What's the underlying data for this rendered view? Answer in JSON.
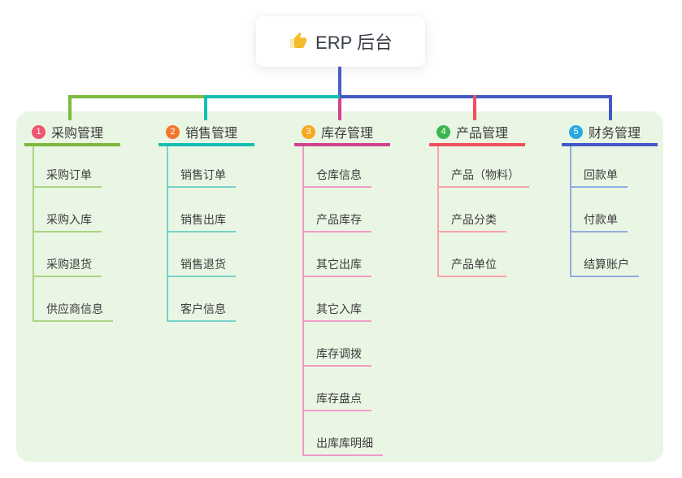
{
  "root": {
    "title": "ERP 后台",
    "icon": "thumbs-up-icon"
  },
  "branches": [
    {
      "number": "1",
      "title": "采购管理",
      "badge_color": "#f0566f",
      "line_color": "#7cb93e",
      "light_color": "#a9d381",
      "children": [
        "采购订单",
        "采购入库",
        "采购退货",
        "供应商信息"
      ]
    },
    {
      "number": "2",
      "title": "销售管理",
      "badge_color": "#f2772e",
      "line_color": "#14bfb1",
      "light_color": "#76d2c8",
      "children": [
        "销售订单",
        "销售出库",
        "销售退货",
        "客户信息"
      ]
    },
    {
      "number": "3",
      "title": "库存管理",
      "badge_color": "#f7a823",
      "line_color": "#d4418e",
      "light_color": "#ef9cc5",
      "children": [
        "仓库信息",
        "产品库存",
        "其它出库",
        "其它入库",
        "库存调拨",
        "库存盘点",
        "出库库明细"
      ]
    },
    {
      "number": "4",
      "title": "产品管理",
      "badge_color": "#3db54e",
      "line_color": "#f0505e",
      "light_color": "#f7a3a9",
      "children": [
        "产品（物料）",
        "产品分类",
        "产品单位"
      ]
    },
    {
      "number": "5",
      "title": "财务管理",
      "badge_color": "#29a9e0",
      "line_color": "#4258c6",
      "light_color": "#92abdf",
      "children": [
        "回款单",
        "付款单",
        "结算账户"
      ]
    }
  ],
  "colors": {
    "page_bg": "#ffffff",
    "panel_bg": "#eaf6e4",
    "root_connector": "#4a5dc8",
    "bus_green": "#7cb93e",
    "bus_teal": "#14bfb1",
    "bus_blue": "#4258c6",
    "drop_magenta": "#d4418e",
    "drop_red": "#f0505e",
    "text": "#3c3c3c",
    "root_icon_gold": "#f6bb2a"
  }
}
